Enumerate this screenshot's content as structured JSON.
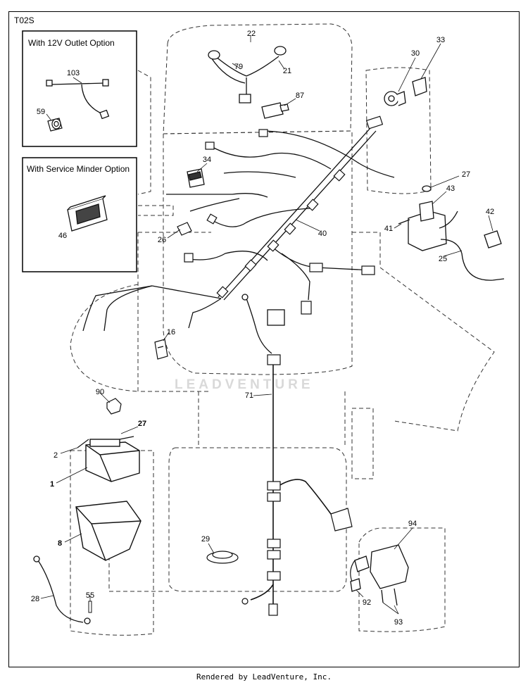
{
  "diagram_code": "T02S",
  "options": [
    {
      "id": "outlet",
      "title": "With 12V Outlet Option"
    },
    {
      "id": "minder",
      "title": "With Service Minder Option"
    }
  ],
  "callouts": [
    {
      "id": "c22",
      "label": "22"
    },
    {
      "id": "c79",
      "label": "79"
    },
    {
      "id": "c21",
      "label": "21"
    },
    {
      "id": "c87",
      "label": "87"
    },
    {
      "id": "c33",
      "label": "33"
    },
    {
      "id": "c30",
      "label": "30"
    },
    {
      "id": "c103",
      "label": "103"
    },
    {
      "id": "c59",
      "label": "59"
    },
    {
      "id": "c34",
      "label": "34"
    },
    {
      "id": "c27a",
      "label": "27"
    },
    {
      "id": "c43",
      "label": "43"
    },
    {
      "id": "c42",
      "label": "42"
    },
    {
      "id": "c41",
      "label": "41"
    },
    {
      "id": "c40",
      "label": "40"
    },
    {
      "id": "c26",
      "label": "26"
    },
    {
      "id": "c46",
      "label": "46"
    },
    {
      "id": "c25",
      "label": "25"
    },
    {
      "id": "c16",
      "label": "16"
    },
    {
      "id": "c71",
      "label": "71"
    },
    {
      "id": "c90",
      "label": "90"
    },
    {
      "id": "c27b",
      "label": "27"
    },
    {
      "id": "c2",
      "label": "2"
    },
    {
      "id": "c1",
      "label": "1"
    },
    {
      "id": "c8",
      "label": "8"
    },
    {
      "id": "c29",
      "label": "29"
    },
    {
      "id": "c94",
      "label": "94"
    },
    {
      "id": "c28",
      "label": "28"
    },
    {
      "id": "c55",
      "label": "55"
    },
    {
      "id": "c92",
      "label": "92"
    },
    {
      "id": "c93",
      "label": "93"
    }
  ],
  "watermark": "LEADVENTURE",
  "footer": "Rendered by LeadVenture, Inc."
}
